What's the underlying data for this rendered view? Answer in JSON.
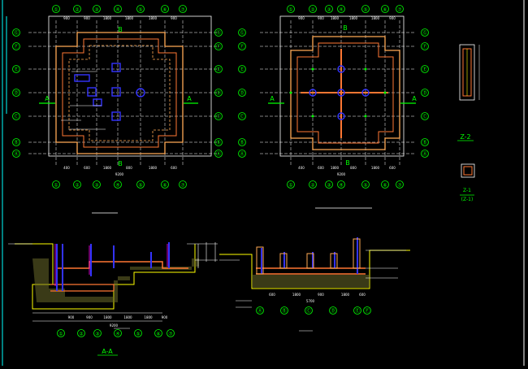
{
  "colors": {
    "background": "#000000",
    "grid": "#ffffff",
    "axis": "#00ff00",
    "wall": "#ffaa55",
    "slab": "#ff7733",
    "column": "#3333ff",
    "dim": "#ffffff",
    "note": "#ffff00",
    "frame": "#00ffff",
    "soil": "#ffff00",
    "rebar": "#ff00ff"
  },
  "plan_left": {
    "top_axes": [
      "①",
      "②",
      "③",
      "④",
      "⑤",
      "⑥",
      "⑦"
    ],
    "bottom_axes": [
      "①",
      "②",
      "③",
      "④",
      "⑤",
      "⑥",
      "⑦"
    ],
    "left_axes": [
      "Ⓖ",
      "Ⓕ",
      "Ⓔ",
      "Ⓓ",
      "Ⓒ",
      "Ⓑ",
      "Ⓐ"
    ],
    "right_axes": [
      "Ⓖ",
      "Ⓕ",
      "Ⓔ",
      "Ⓓ",
      "Ⓒ",
      "Ⓑ",
      "Ⓐ"
    ],
    "section_top": "B",
    "section_bottom": "B",
    "section_left": "A",
    "section_right": "A",
    "dim_top": [
      "900",
      "900",
      "1800",
      "1800",
      "1800",
      "900",
      "900"
    ],
    "dim_bottom": [
      "400",
      "600",
      "1800",
      "800",
      "1800",
      "600",
      "400"
    ],
    "dim_total": "9200"
  },
  "plan_right": {
    "top_axes": [
      "①",
      "②",
      "③",
      "④",
      "⑤",
      "⑥",
      "⑦"
    ],
    "bottom_axes": [
      "①",
      "②",
      "③",
      "④",
      "⑤",
      "⑥",
      "⑦"
    ],
    "left_axes": [
      "Ⓖ",
      "Ⓕ",
      "Ⓔ",
      "Ⓓ",
      "Ⓒ",
      "Ⓑ",
      "Ⓐ"
    ],
    "right_axes": [
      "Ⓖ",
      "Ⓕ",
      "Ⓔ",
      "Ⓓ",
      "Ⓒ",
      "Ⓑ",
      "Ⓐ"
    ],
    "section_top": "B",
    "section_bottom": "B",
    "section_left": "A",
    "section_right": "A",
    "dim_top": [
      "900",
      "900",
      "1800",
      "1800",
      "1800",
      "900",
      "900"
    ],
    "dim_bottom": [
      "400",
      "600",
      "1800",
      "800",
      "1800",
      "600",
      "400"
    ],
    "dim_total": "9200"
  },
  "detail_z2": {
    "label": "Z-2"
  },
  "detail_z1": {
    "label": "Z-1",
    "sub": "(Z-1)"
  },
  "section_aa": {
    "label": "A-A",
    "axes": [
      "①",
      "②",
      "③",
      "④",
      "⑤",
      "⑥",
      "⑦"
    ],
    "dims": [
      "900",
      "900",
      "1800",
      "1800",
      "1800",
      "900",
      "900"
    ],
    "total": "9200"
  },
  "section_bb": {
    "axes": [
      "Ⓐ",
      "Ⓑ",
      "Ⓒ",
      "Ⓓ",
      "Ⓔ",
      "Ⓕ"
    ],
    "dims": [
      "600",
      "1800",
      "900",
      "1800",
      "600"
    ],
    "total": "5700"
  }
}
